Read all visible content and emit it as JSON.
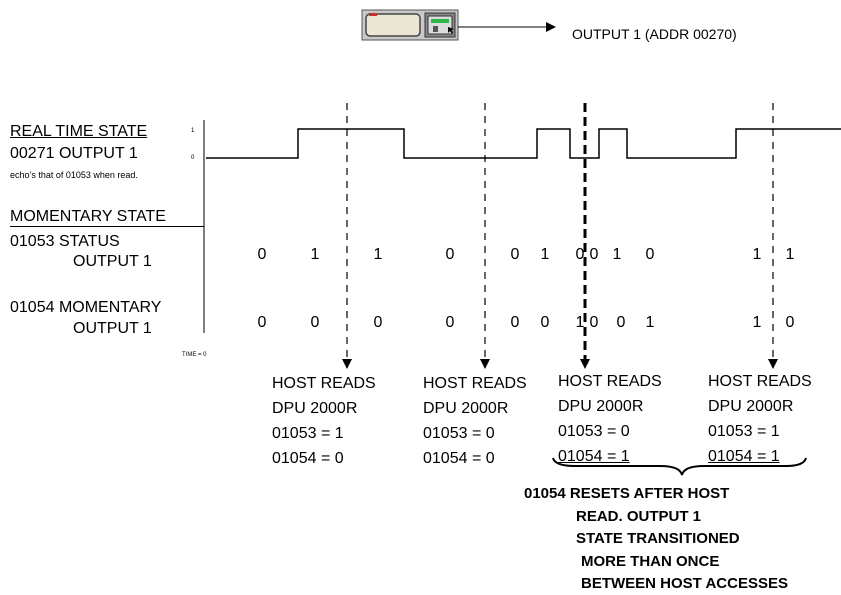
{
  "device": {
    "icon": "relay-device-icon",
    "output_label": "OUTPUT 1  (ADDR 00270)"
  },
  "labels": {
    "real_time_state": "REAL TIME  STATE",
    "output_00271": "00271 OUTPUT 1",
    "echo_note": "echo’s that of 01053 when read.",
    "momentary_state": "MOMENTARY STATE",
    "status_line1": "01053 STATUS",
    "status_line2": "OUTPUT 1",
    "momentary_line1": "01054 MOMENTARY",
    "momentary_line2": "OUTPUT 1",
    "level_1": "1",
    "level_0": "0",
    "time_zero": "TIME = 0"
  },
  "status_row": [
    "0",
    "1",
    "1",
    "0",
    "0",
    "1",
    "0",
    "0",
    "1",
    "0",
    "1",
    "1"
  ],
  "momentary_row": [
    "0",
    "0",
    "0",
    "0",
    "0",
    "0",
    "1",
    "0",
    "0",
    "1",
    "1",
    "0"
  ],
  "host_reads": [
    {
      "title": "HOST READS",
      "device": "DPU 2000R",
      "status": "01053 = 1",
      "momentary": "01054 = 0"
    },
    {
      "title": "HOST READS",
      "device": "DPU 2000R",
      "status": "01053 = 0",
      "momentary": "01054 = 0"
    },
    {
      "title": "HOST READS",
      "device": "DPU 2000R",
      "status": "01053 = 0",
      "momentary": "01054 = 1"
    },
    {
      "title": "HOST READS",
      "device": "DPU 2000R",
      "status": "01053 = 1",
      "momentary": "01054 = 1"
    }
  ],
  "note_lines": [
    "01054 RESETS AFTER HOST",
    "READ. OUTPUT 1",
    "STATE TRANSITIONED",
    "MORE THAN ONCE",
    "BETWEEN HOST ACCESSES"
  ]
}
